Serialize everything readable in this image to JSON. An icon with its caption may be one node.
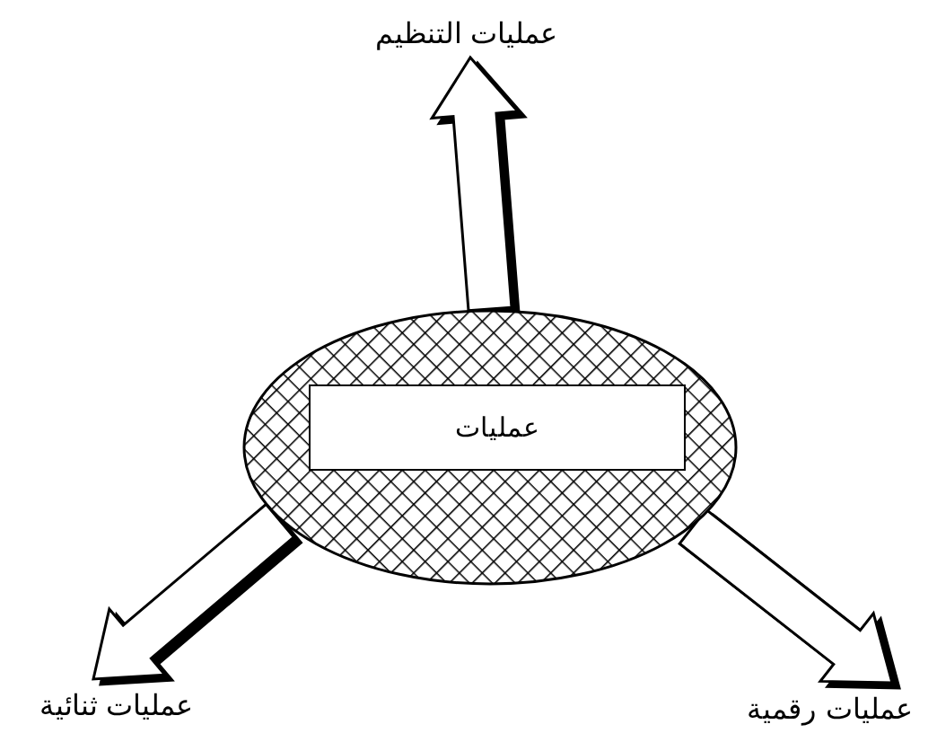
{
  "diagram": {
    "nodes": [
      {
        "text": [],
        "shape": "ellipse"
      },
      {
        "text": [
          "عمليات"
        ],
        "in": 0
      },
      {
        "text": [
          "عمليات التنظيم"
        ]
      },
      {
        "text": [
          "عمليات ثنائية"
        ]
      },
      {
        "text": [
          "عمليات رقمية"
        ]
      }
    ],
    "edges": [
      {
        "from": 0,
        "to": 2,
        "arrow": "to",
        "style": "thick"
      },
      {
        "from": 0,
        "to": 3,
        "arrow": "to",
        "style": "thick"
      },
      {
        "from": 0,
        "to": 4,
        "arrow": "to",
        "style": "thick"
      }
    ]
  }
}
